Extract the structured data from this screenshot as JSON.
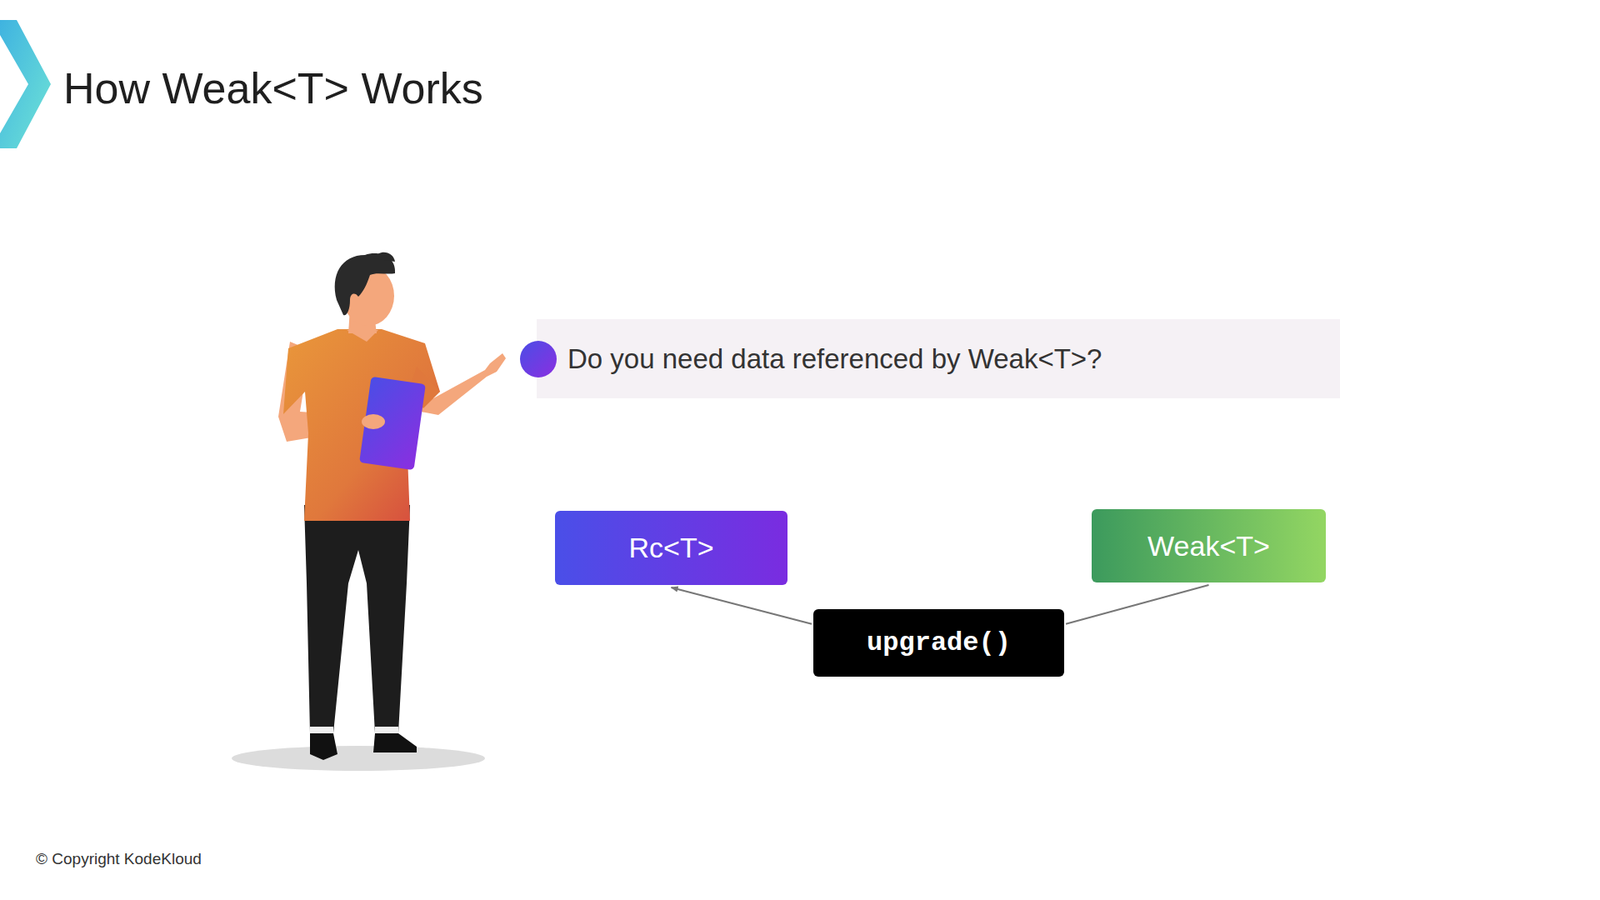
{
  "diagram": {
    "title": "How Weak<T> Works",
    "nodes": [
      {
        "text": [
          "Do you need data referenced by Weak<T>?"
        ]
      },
      {
        "text": [
          "Rc<T>"
        ]
      },
      {
        "text": [
          "Weak<T>"
        ]
      },
      {
        "text": [
          "upgrade()"
        ]
      }
    ],
    "edges": [
      {
        "from": 3,
        "to": 1,
        "arrow": "to"
      },
      {
        "from": 2,
        "to": 3,
        "arrow": "none"
      }
    ],
    "labels": [
      "© Copyright KodeKloud"
    ]
  }
}
